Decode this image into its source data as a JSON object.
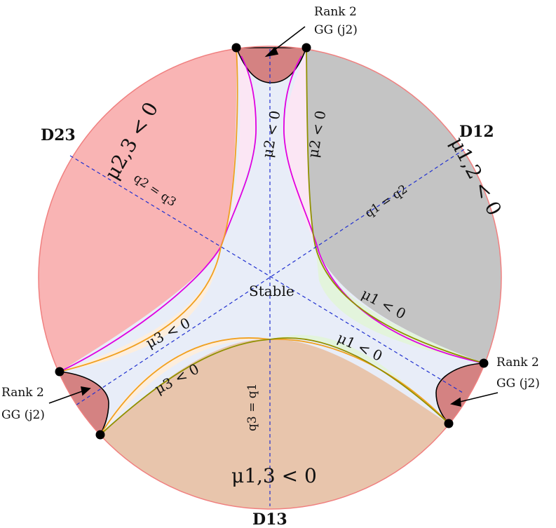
{
  "regions": {
    "stable": "Stable",
    "mu12_neg": "μ1,2 < 0",
    "mu23_neg": "μ2,3 < 0",
    "mu13_neg": "μ1,3 < 0",
    "mu2_neg_left": "μ2 < 0",
    "mu2_neg_right": "μ2 < 0",
    "mu1_neg_upper": "μ1 < 0",
    "mu1_neg_lower": "μ1 < 0",
    "mu3_neg_upper": "μ3 < 0",
    "mu3_neg_lower": "μ3 < 0"
  },
  "axes": {
    "q1_eq_q2": "q1 = q2",
    "q2_eq_q3": "q2 = q3",
    "q3_eq_q1": "q3 = q1"
  },
  "boundaries": {
    "d12": "D12",
    "d23": "D23",
    "d13": "D13"
  },
  "callouts": {
    "top_line1": "Rank 2",
    "top_line2": "GG (j2)",
    "right_line1": "Rank 2",
    "right_line2": "GG (j2)",
    "left_line1": "Rank 2",
    "left_line2": "GG (j2)"
  },
  "colors": {
    "circle_edge": "#f08080",
    "red_region": "#f9b4b4",
    "gray_region": "#c4c4c4",
    "tan_region": "#e8c5ac",
    "stable_region": "#e8edf8",
    "rank2_region": "#d48282",
    "magenta_curve": "#e000e0",
    "orange_curve": "#f0a020",
    "olive_curve": "#909000",
    "axis_dash": "#2030d0"
  }
}
